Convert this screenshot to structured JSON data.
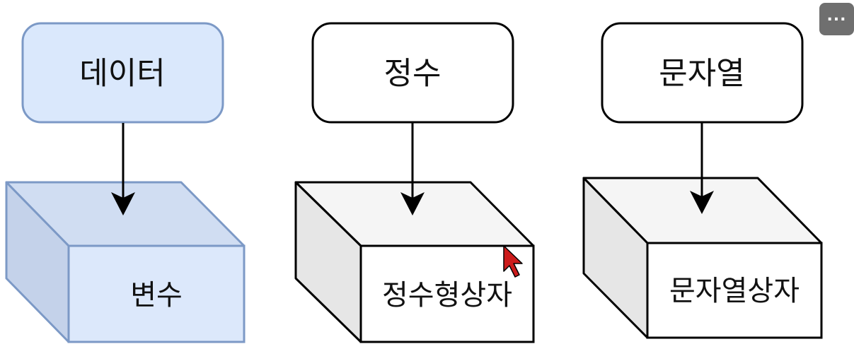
{
  "diagram": {
    "columns": [
      {
        "top_label": "데이터",
        "box_label": "변수",
        "theme": "blue"
      },
      {
        "top_label": "정수",
        "box_label": "정수형상자",
        "theme": "gray"
      },
      {
        "top_label": "문자열",
        "box_label": "문자열상자",
        "theme": "gray"
      }
    ],
    "colors": {
      "blue_fill": "#dae8fc",
      "blue_front": "#dce8fb",
      "blue_top": "#d0ddf2",
      "blue_side": "#c4d2ea",
      "blue_stroke": "#7c99c6",
      "gray_top": "#f5f5f5",
      "gray_side": "#e6e6e6",
      "black_stroke": "#000000",
      "arrow": "#000000",
      "cursor_fill": "#cc1b1b"
    }
  },
  "more_button": {
    "icon": "more-horizontal-icon",
    "glyph": "...",
    "background": "#6f6f6f"
  }
}
